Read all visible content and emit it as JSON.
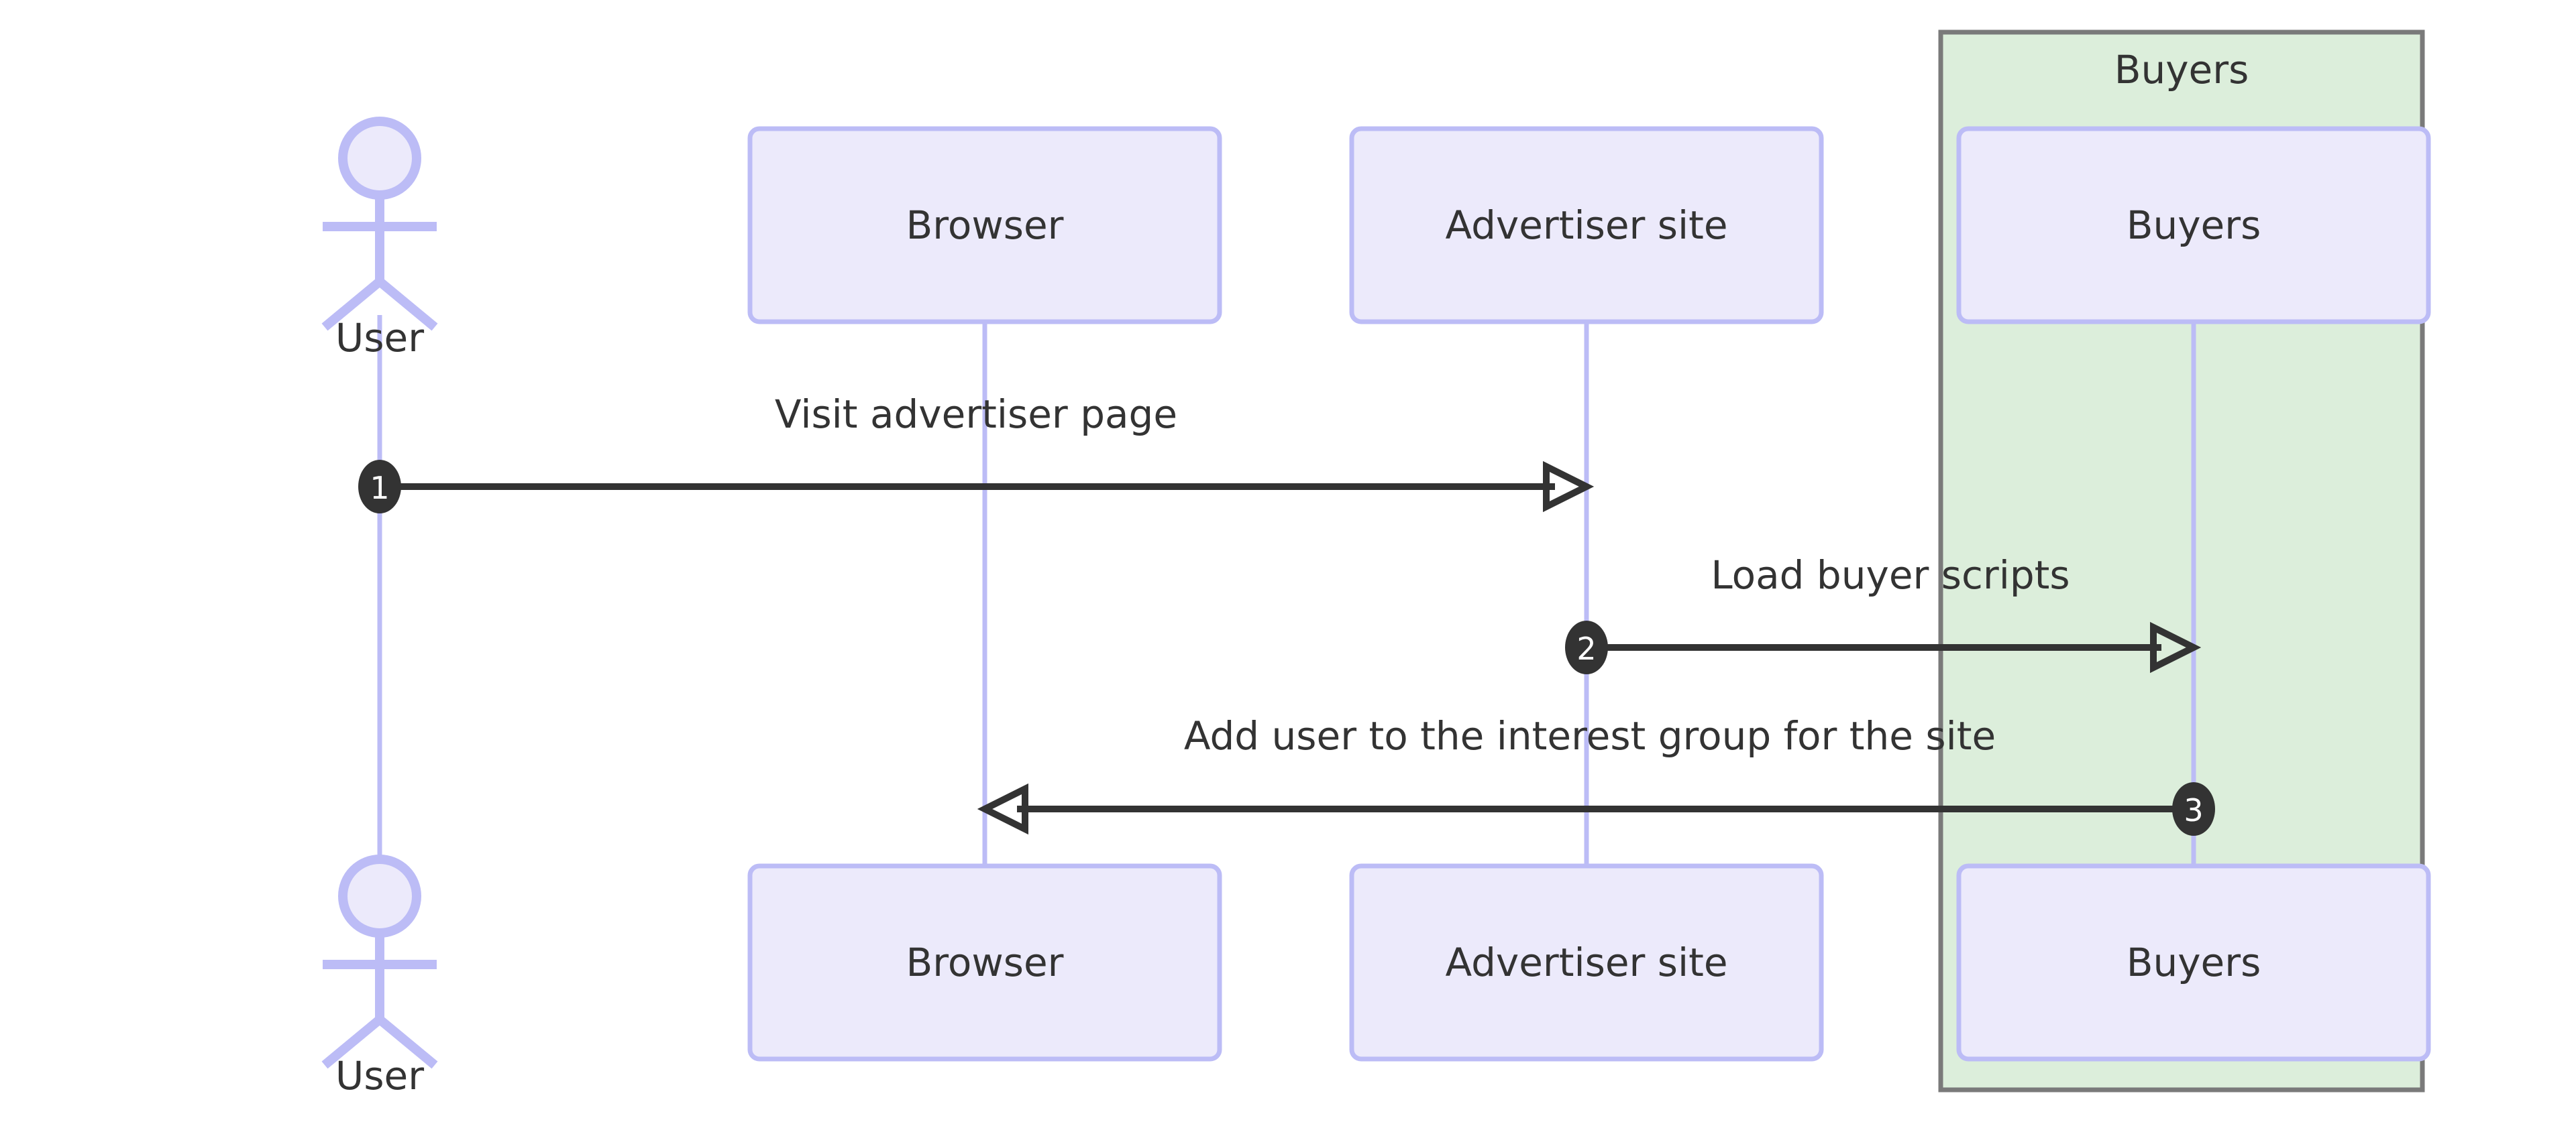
{
  "diagram": {
    "type": "sequence-diagram",
    "background_color": "#ffffff",
    "colors": {
      "participant_fill": "#ECEAFB",
      "participant_border": "#BCBCF6",
      "group_fill": "#DCEEDB",
      "group_border": "#7a7a7a",
      "lifeline": "#BCBCF6",
      "message_line": "#333333",
      "text": "#333333",
      "sequence_number_fill": "#333333",
      "sequence_number_text": "#ffffff"
    },
    "group": {
      "label": "Buyers"
    },
    "participants": [
      {
        "id": "user",
        "label": "User",
        "kind": "actor",
        "label_bottom": "User"
      },
      {
        "id": "browser",
        "label": "Browser",
        "kind": "box",
        "label_bottom": "Browser"
      },
      {
        "id": "advertiser",
        "label": "Advertiser site",
        "kind": "box",
        "label_bottom": "Advertiser site"
      },
      {
        "id": "buyers",
        "label": "Buyers",
        "kind": "box",
        "label_bottom": "Buyers"
      }
    ],
    "messages": [
      {
        "number": "1",
        "label": "Visit advertiser page",
        "from": "user",
        "to": "advertiser",
        "direction": "right"
      },
      {
        "number": "2",
        "label": "Load buyer scripts",
        "from": "advertiser",
        "to": "buyers",
        "direction": "right"
      },
      {
        "number": "3",
        "label": "Add user to the interest group for the site",
        "from": "buyers",
        "to": "browser",
        "direction": "left"
      }
    ]
  }
}
